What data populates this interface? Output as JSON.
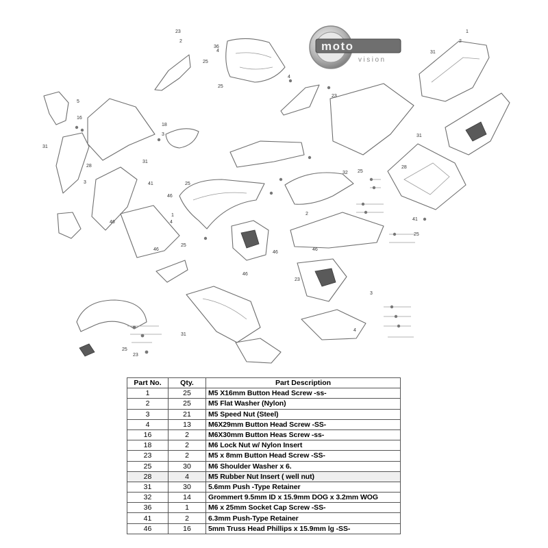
{
  "logo": {
    "brand_top": "moto",
    "brand_bottom": "vision"
  },
  "callouts": [
    "23",
    "2",
    "4",
    "36",
    "25",
    "4",
    "23",
    "25",
    "1",
    "2",
    "31",
    "5",
    "16",
    "18",
    "3",
    "31",
    "28",
    "3",
    "41",
    "25",
    "46",
    "31",
    "46",
    "1",
    "4",
    "25",
    "41",
    "32",
    "25",
    "46",
    "31",
    "28",
    "46",
    "46",
    "2",
    "25",
    "23",
    "31",
    "46",
    "3",
    "4",
    "25",
    "23"
  ],
  "table": {
    "headers": {
      "part_no": "Part No.",
      "qty": "Qty.",
      "description": "Part        Description"
    },
    "rows": [
      {
        "part_no": "1",
        "qty": "25",
        "description": "M5 X16mm Button Head Screw       -ss-"
      },
      {
        "part_no": "2",
        "qty": "25",
        "description": "M5 Flat Washer (Nylon)"
      },
      {
        "part_no": "3",
        "qty": "21",
        "description": "M5 Speed Nut (Steel)"
      },
      {
        "part_no": "4",
        "qty": "13",
        "description": "M6X29mm Button Head Screw        -SS-"
      },
      {
        "part_no": "16",
        "qty": "2",
        "description": "M6X30mm Button Heas Screw        -ss-"
      },
      {
        "part_no": "18",
        "qty": "2",
        "description": "M6 Lock Nut     w/ Nylon Insert"
      },
      {
        "part_no": "23",
        "qty": "2",
        "description": "M5 x 8mm Button Head Screw       -SS-"
      },
      {
        "part_no": "25",
        "qty": "30",
        "description": "M6 Shoulder     Washer x 6."
      },
      {
        "part_no": "28",
        "qty": "4",
        "description": "M5 Rubber Nut Insert ( well nut)"
      },
      {
        "part_no": "31",
        "qty": "30",
        "description": "5.6mm Push -Type Retainer"
      },
      {
        "part_no": "32",
        "qty": "14",
        "description": "Grommert 9.5mm ID x 15.9mm DOG x 3.2mm WOG"
      },
      {
        "part_no": "36",
        "qty": "1",
        "description": "M6 x 25mm Socket Cap Screw         -SS-"
      },
      {
        "part_no": "41",
        "qty": "2",
        "description": "6.3mm Push-Type Retainer"
      },
      {
        "part_no": "46",
        "qty": "16",
        "description": "5mm Truss Head Phillips x 15.9mm lg     -SS-"
      }
    ]
  }
}
